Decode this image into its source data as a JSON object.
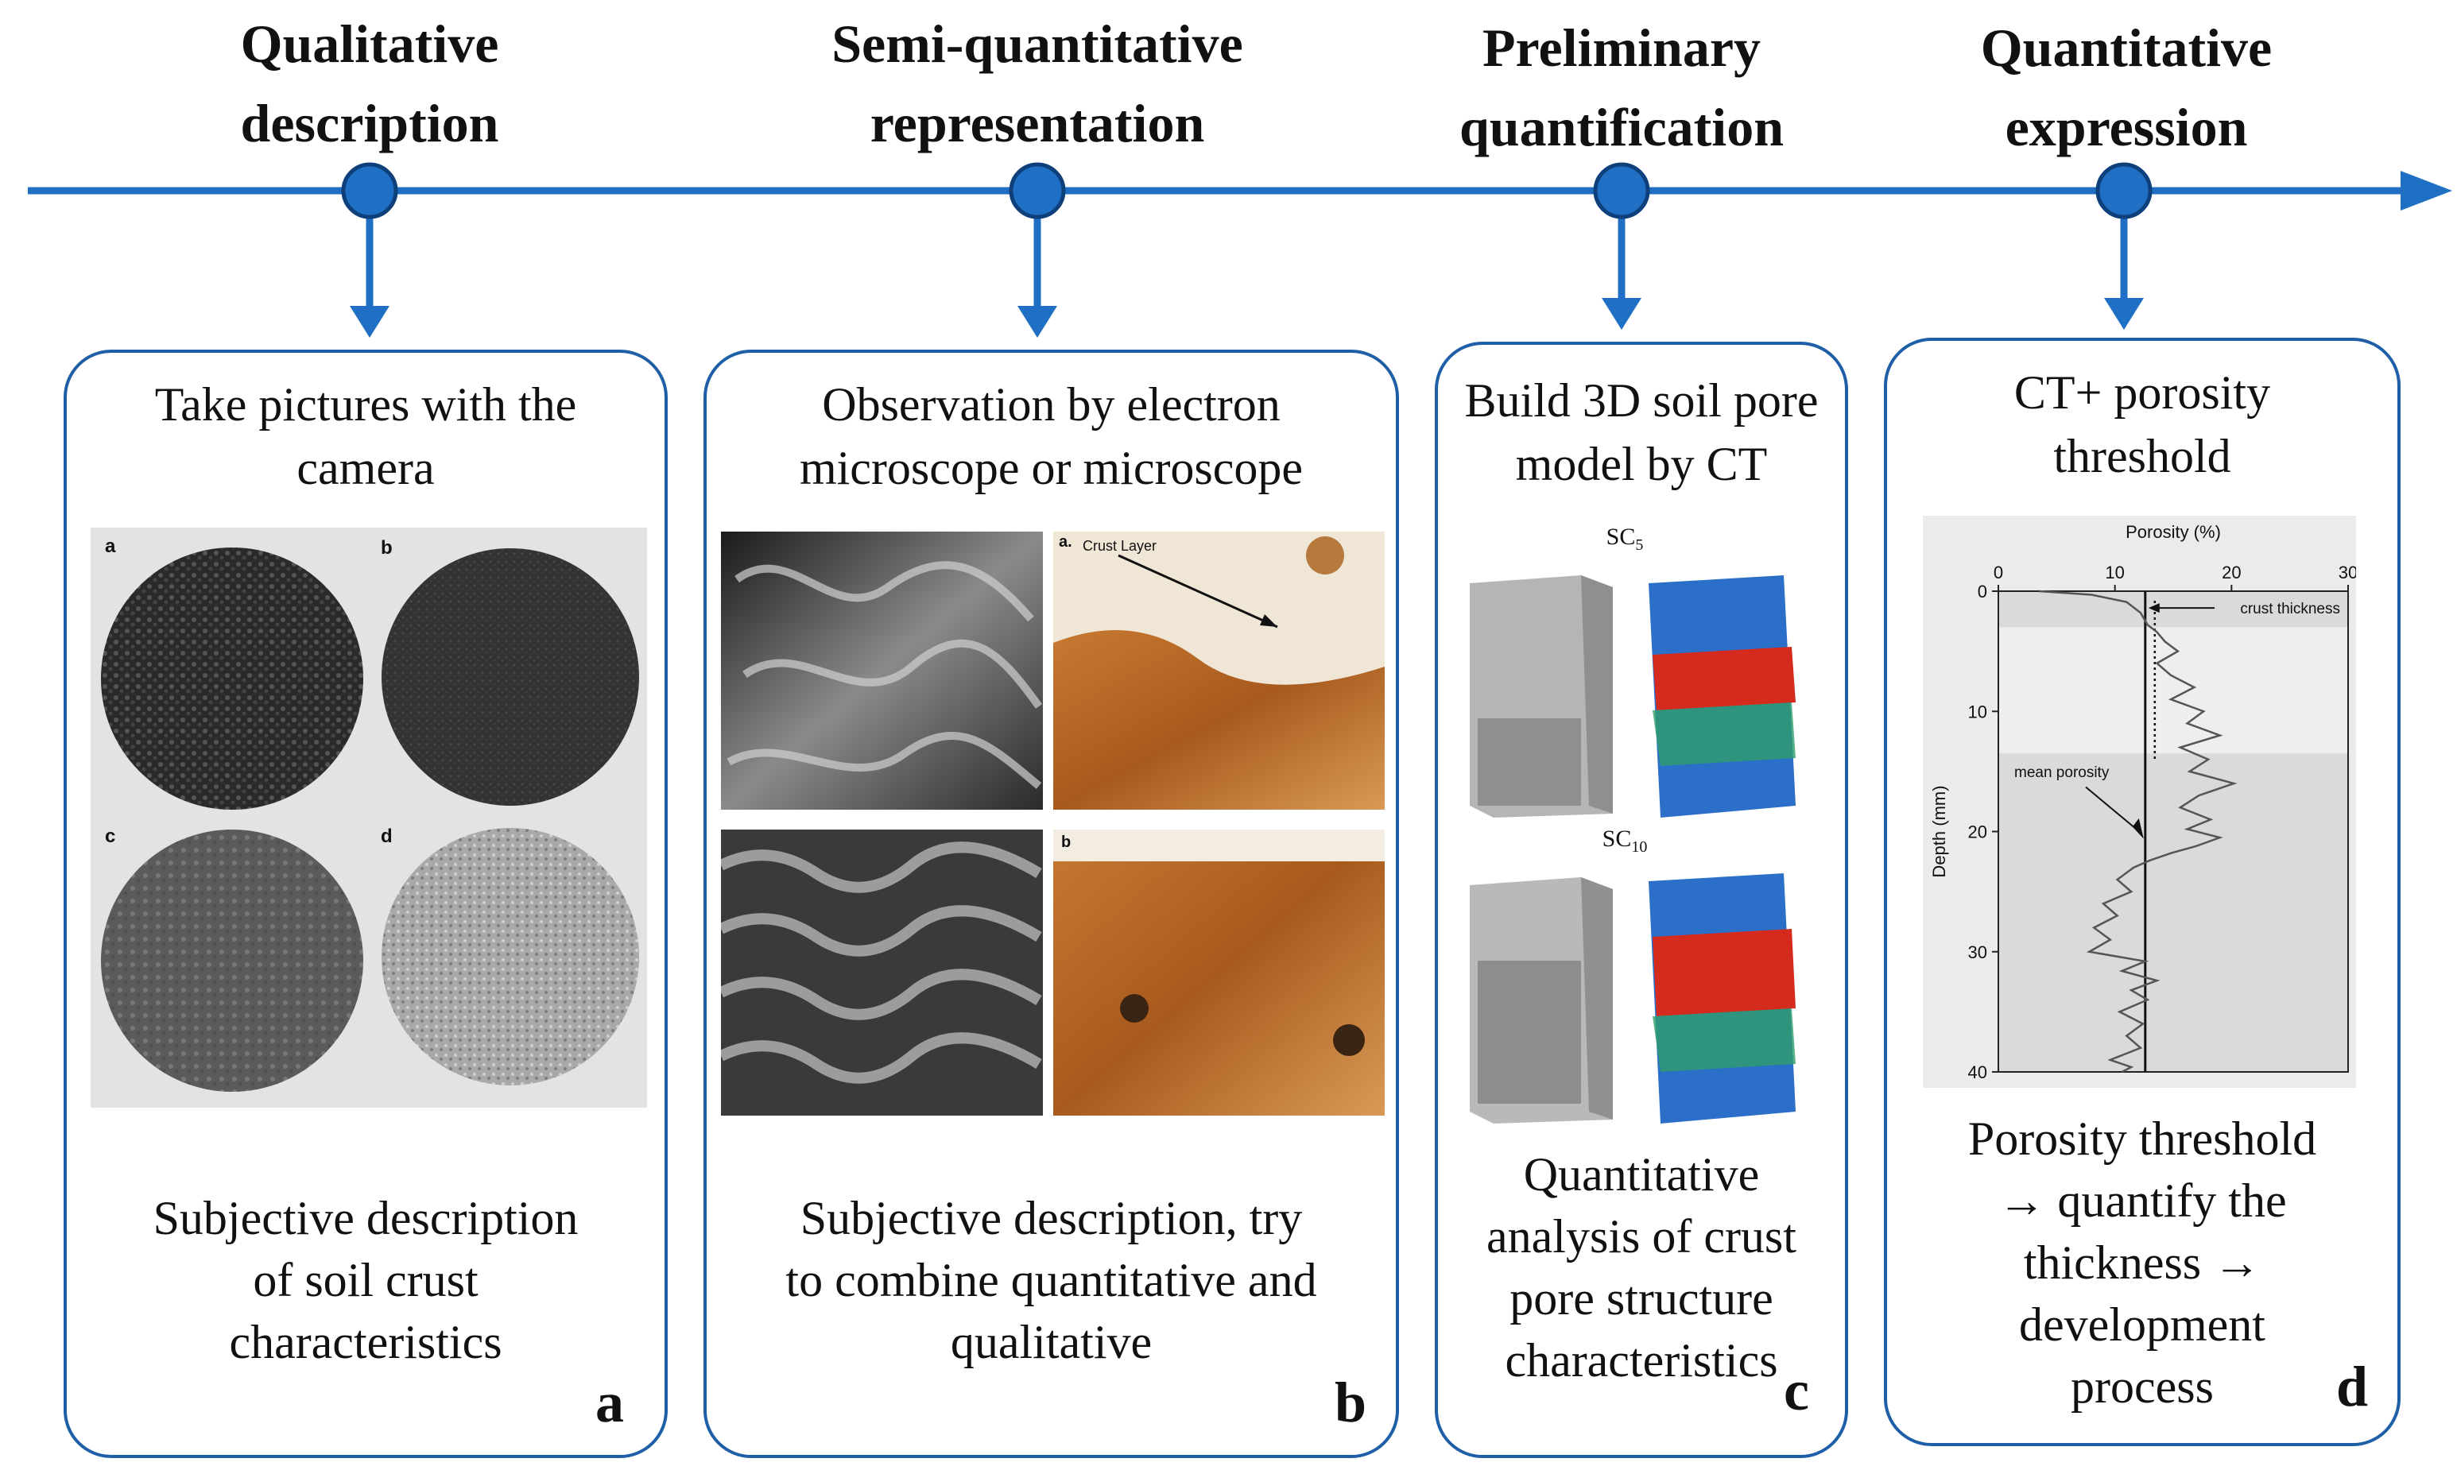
{
  "stages": [
    {
      "title_line1": "Qualitative",
      "title_line2": "description"
    },
    {
      "title_line1": "Semi-quantitative",
      "title_line2": "representation"
    },
    {
      "title_line1": "Preliminary",
      "title_line2": "quantification"
    },
    {
      "title_line1": "Quantitative",
      "title_line2": "expression"
    }
  ],
  "cards": [
    {
      "top": [
        "Take pictures with the",
        "camera"
      ],
      "bottom": [
        "Subjective description",
        "of soil crust",
        "characteristics"
      ],
      "letter": "a",
      "photo_labels": [
        "a",
        "b",
        "c",
        "d"
      ]
    },
    {
      "top": [
        "Observation by electron",
        "microscope or microscope"
      ],
      "bottom": [
        "Subjective description, try",
        "to combine quantitative and",
        "qualitative"
      ],
      "letter": "b",
      "micro_labels": [
        "a.",
        "b"
      ],
      "crust_label": "Crust Layer"
    },
    {
      "top": [
        "Build 3D soil pore",
        "model  by CT"
      ],
      "bottom": [
        "Quantitative",
        "analysis of crust",
        "pore structure",
        "characteristics"
      ],
      "letter": "c",
      "sc_labels": [
        {
          "base": "SC",
          "sub": "5"
        },
        {
          "base": "SC",
          "sub": "10"
        }
      ]
    },
    {
      "top": [
        "CT+ porosity",
        "threshold"
      ],
      "bottom": [
        "Porosity threshold",
        "→ quantify the",
        "thickness →",
        "development",
        "process"
      ],
      "letter": "d"
    }
  ],
  "chart_data": {
    "type": "line",
    "title": "",
    "xlabel": "Porosity (%)",
    "ylabel": "Depth (mm)",
    "xlim": [
      0,
      30
    ],
    "ylim": [
      0,
      40
    ],
    "x_ticks": [
      0,
      10,
      20,
      30
    ],
    "y_ticks": [
      0,
      10,
      20,
      30,
      40
    ],
    "y_inverted": true,
    "x_axis_position": "top",
    "annotations": {
      "crust_thickness": "crust thickness",
      "mean_porosity": "mean porosity"
    },
    "mean_porosity": 12.6,
    "crust_depth": 3,
    "series": [
      {
        "x": [
          3.5,
          8,
          11,
          12.2,
          12.8,
          13.6,
          14.3,
          15.4,
          13.6,
          14.8,
          16.8,
          14.8,
          17.6,
          16.2,
          19.0,
          15.6,
          18.0,
          16.4,
          20.2,
          17.2,
          15.6,
          18.2,
          16.2,
          19.0,
          17.0,
          14.8,
          13.0,
          11.6,
          10.2,
          11.4,
          9.0,
          10.2,
          8.2,
          9.6,
          7.8,
          12.6,
          10.6,
          13.6,
          11.4,
          12.8,
          10.4,
          12.4,
          11.0,
          12.2,
          9.6,
          11.4,
          10.6
        ],
        "y": [
          0,
          0.3,
          0.9,
          1.8,
          2.8,
          3.4,
          4.2,
          5.0,
          6.0,
          7.0,
          8.0,
          9.0,
          10.0,
          11.0,
          12.0,
          13.0,
          14.0,
          15.0,
          16.0,
          17.0,
          18.0,
          19.0,
          19.8,
          20.5,
          21.2,
          21.8,
          22.4,
          23.0,
          24.0,
          25.0,
          26.0,
          27.0,
          28.0,
          29.0,
          30.0,
          30.8,
          31.6,
          32.4,
          33.2,
          34.0,
          35.0,
          36.0,
          37.0,
          38.0,
          39.0,
          39.6,
          40.0
        ]
      }
    ]
  }
}
